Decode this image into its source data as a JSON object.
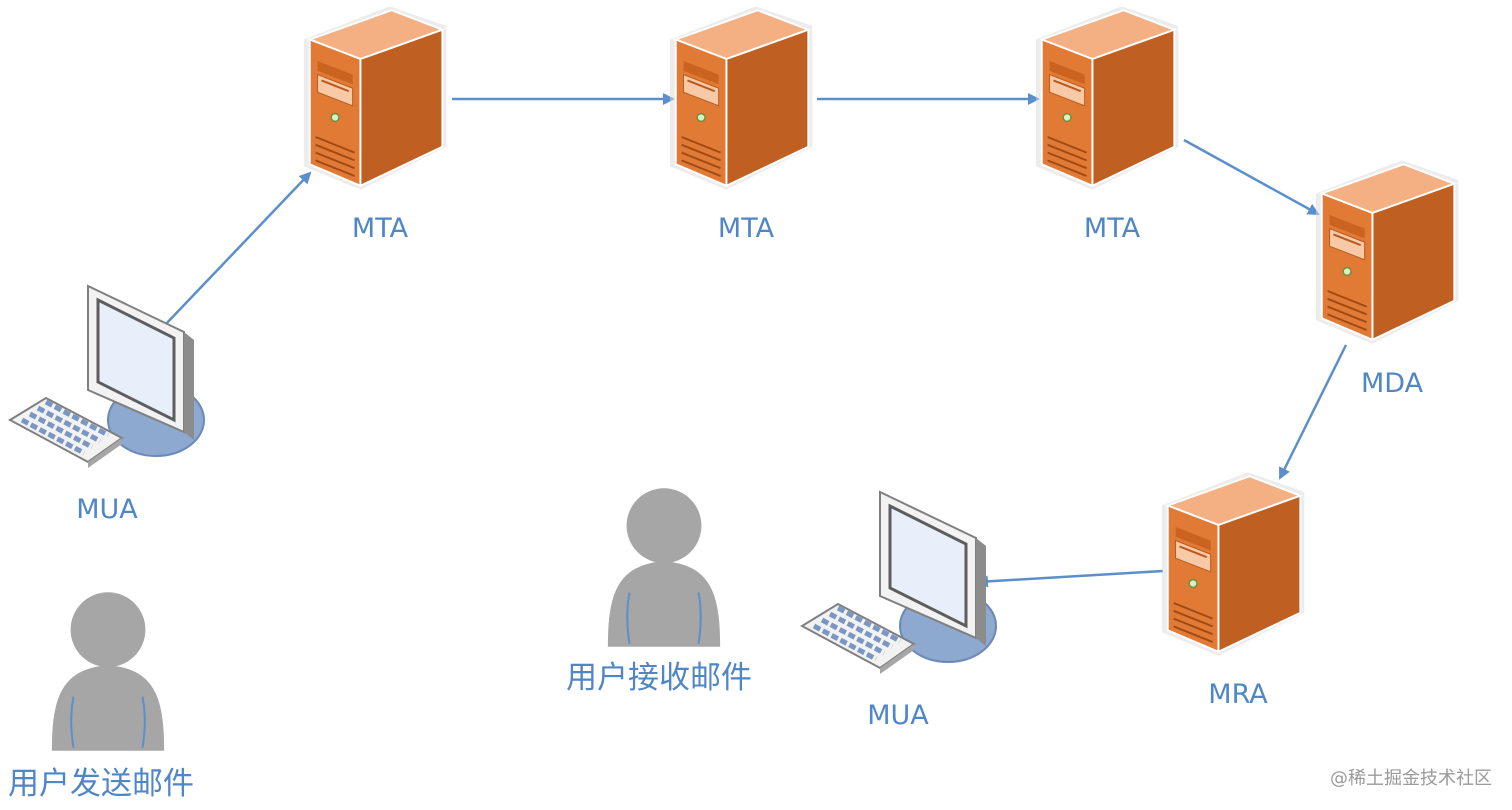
{
  "nodes": {
    "mta_1": {
      "label": "MTA",
      "kind": "server"
    },
    "mta_2": {
      "label": "MTA",
      "kind": "server"
    },
    "mta_3": {
      "label": "MTA",
      "kind": "server"
    },
    "mda": {
      "label": "MDA",
      "kind": "server"
    },
    "mra": {
      "label": "MRA",
      "kind": "server"
    },
    "mua_sender": {
      "label": "MUA",
      "kind": "computer"
    },
    "mua_receiver": {
      "label": "MUA",
      "kind": "computer"
    }
  },
  "people": {
    "sender": {
      "label": "用户发送邮件"
    },
    "receiver": {
      "label": "用户接收邮件"
    }
  },
  "edges": [
    {
      "from": "mua_sender",
      "to": "mta_1"
    },
    {
      "from": "mta_1",
      "to": "mta_2"
    },
    {
      "from": "mta_2",
      "to": "mta_3"
    },
    {
      "from": "mta_3",
      "to": "mda"
    },
    {
      "from": "mda",
      "to": "mra"
    },
    {
      "from": "mra",
      "to": "mua_receiver"
    }
  ],
  "watermark": "@稀土掘金技术社区",
  "colors": {
    "label_blue": "#4f86c6",
    "arrow_blue": "#5b8fcb",
    "server_front": "#e07a35",
    "server_side": "#b85a1e",
    "server_top": "#f4b083",
    "person_gray": "#a6a6a6"
  }
}
